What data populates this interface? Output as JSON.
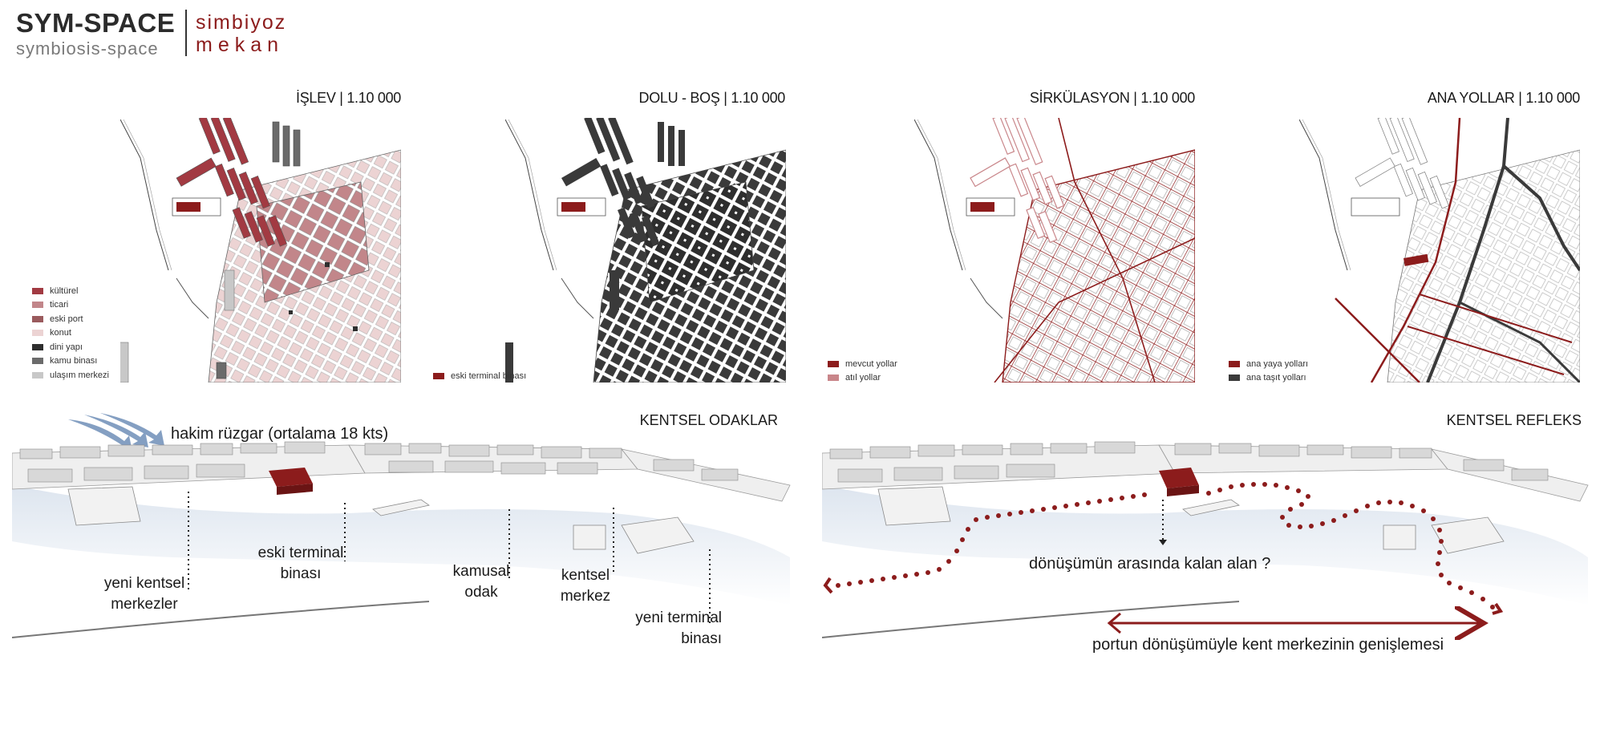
{
  "header": {
    "brand_main": "SYM-SPACE",
    "brand_sub": "symbiosis-space",
    "brand_tr_line1": "simbiyoz",
    "brand_tr_line2": "mekan"
  },
  "maps": [
    {
      "title": "İŞLEV | 1.10 000",
      "legend": [
        {
          "label": "kültürel",
          "color": "#a23a42"
        },
        {
          "label": "ticari",
          "color": "#c2868a"
        },
        {
          "label": "eski port",
          "color": "#9a5a5d"
        },
        {
          "label": "konut",
          "color": "#ecd3d3"
        },
        {
          "label": "dini yapı",
          "color": "#2e2e2e"
        },
        {
          "label": "kamu binası",
          "color": "#6b6b6b"
        },
        {
          "label": "ulaşım merkezi",
          "color": "#c8c8c8"
        }
      ]
    },
    {
      "title": "DOLU - BOŞ | 1.10 000",
      "legend": [
        {
          "label": "eski terminal binası",
          "color": "#8c1c1c"
        }
      ]
    },
    {
      "title": "SİRKÜLASYON | 1.10 000",
      "legend": [
        {
          "label": "mevcut yollar",
          "color": "#8c1c1c"
        },
        {
          "label": "atıl yollar",
          "color": "#c9868a"
        }
      ]
    },
    {
      "title": "ANA YOLLAR | 1.10 000",
      "legend": [
        {
          "label": "ana yaya yolları",
          "color": "#8c1c1c"
        },
        {
          "label": "ana taşıt yolları",
          "color": "#3a3a3a"
        }
      ]
    }
  ],
  "bottom_left": {
    "title": "KENTSEL ODAKLAR",
    "wind_label": "hakim rüzgar (ortalama 18 kts)",
    "labels": [
      {
        "key": "yeni_kentsel_merkezler",
        "lines": [
          "yeni kentsel",
          "merkezler"
        ]
      },
      {
        "key": "eski_terminal",
        "lines": [
          "eski terminal",
          "binası"
        ]
      },
      {
        "key": "kamusal_odak",
        "lines": [
          "kamusal",
          "odak"
        ]
      },
      {
        "key": "kentsel_merkez",
        "lines": [
          "kentsel",
          "merkez"
        ]
      },
      {
        "key": "yeni_terminal",
        "lines": [
          "yeni terminal",
          "binası"
        ]
      }
    ]
  },
  "bottom_right": {
    "title": "KENTSEL REFLEKS",
    "question_label": "dönüşümün arasında kalan alan ?",
    "expansion_label": "portun dönüşümüyle kent merkezinin genişlemesi"
  },
  "colors": {
    "accent": "#8c1c1c",
    "dark": "#2e2e2e",
    "wind": "#6f8fb8"
  }
}
